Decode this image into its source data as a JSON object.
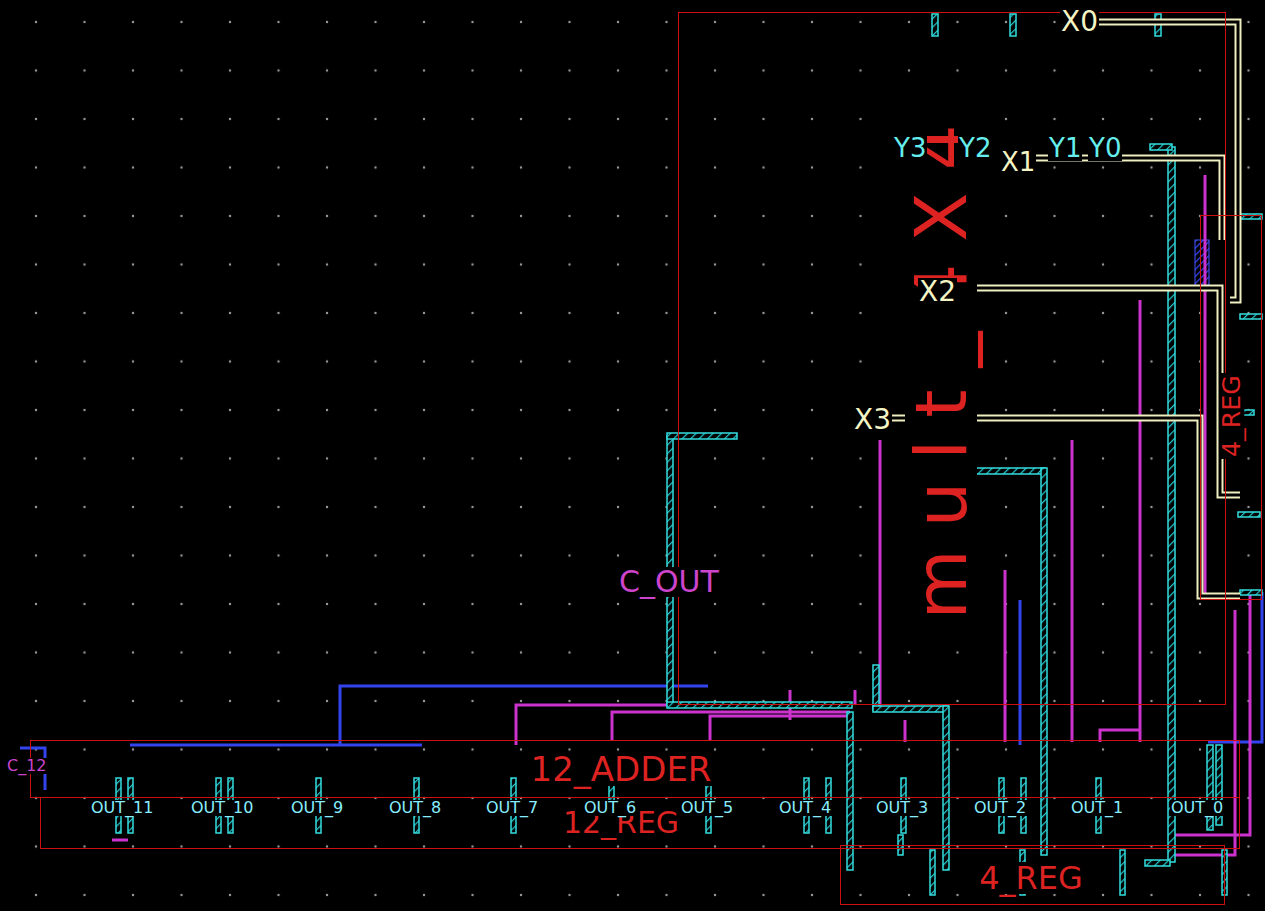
{
  "diagram": {
    "nodes": [
      {
        "text": [
          "mult_4X4"
        ]
      },
      {
        "text": [
          "12_ADDER"
        ]
      },
      {
        "text": [
          "12_REG"
        ]
      },
      {
        "text": [
          "4_REG"
        ]
      },
      {
        "text": [
          "4_REG"
        ]
      }
    ],
    "labels": [
      "X0",
      "Y3",
      "Y2",
      "X1",
      "Y1",
      "Y0",
      "X2",
      "X3",
      "C_OUT",
      "C_12",
      "OUT_11",
      "OUT_10",
      "OUT_9",
      "OUT_8",
      "OUT_7",
      "OUT_6",
      "OUT_5",
      "OUT_4",
      "OUT_3",
      "OUT_2",
      "OUT_1",
      "OUT_0"
    ]
  }
}
